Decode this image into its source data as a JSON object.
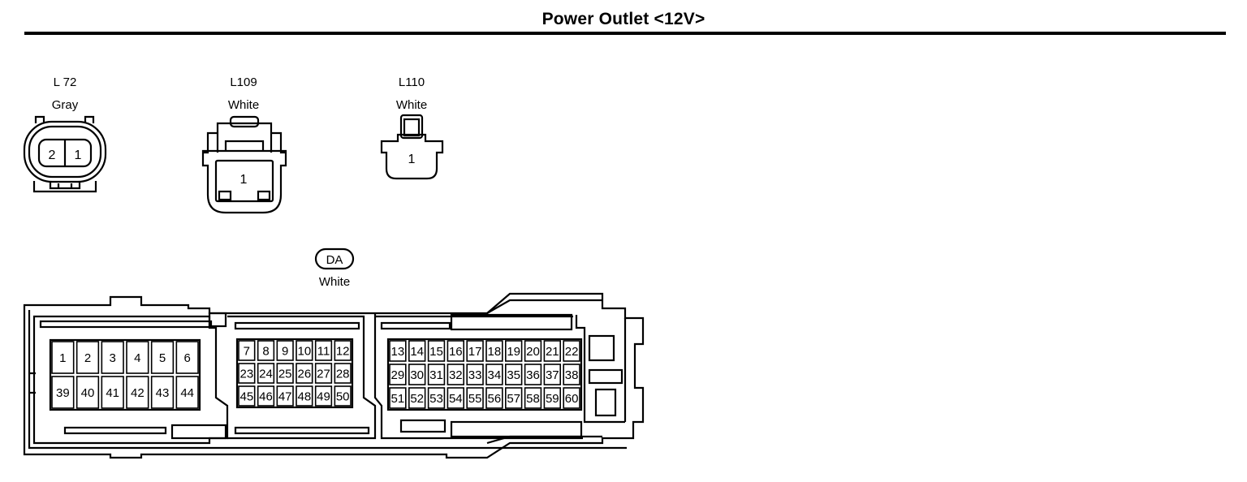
{
  "title": "Power Outlet <12V>",
  "connectors": [
    {
      "id": "L 72",
      "color": "Gray",
      "pins": [
        "2",
        "1"
      ]
    },
    {
      "id": "L109",
      "color": "White",
      "pins": [
        "1"
      ]
    },
    {
      "id": "L110",
      "color": "White",
      "pins": [
        "1"
      ]
    },
    {
      "id": "DA",
      "color": "White",
      "pin_blocks": [
        {
          "rows": [
            [
              "1",
              "2",
              "3",
              "4",
              "5",
              "6"
            ],
            [
              "39",
              "40",
              "41",
              "42",
              "43",
              "44"
            ]
          ]
        },
        {
          "rows": [
            [
              "7",
              "8",
              "9",
              "10",
              "11",
              "12"
            ],
            [
              "23",
              "24",
              "25",
              "26",
              "27",
              "28"
            ],
            [
              "45",
              "46",
              "47",
              "48",
              "49",
              "50"
            ]
          ]
        },
        {
          "rows": [
            [
              "13",
              "14",
              "15",
              "16",
              "17",
              "18",
              "19",
              "20",
              "21",
              "22"
            ],
            [
              "29",
              "30",
              "31",
              "32",
              "33",
              "34",
              "35",
              "36",
              "37",
              "38"
            ],
            [
              "51",
              "52",
              "53",
              "54",
              "55",
              "56",
              "57",
              "58",
              "59",
              "60"
            ]
          ]
        }
      ]
    }
  ]
}
